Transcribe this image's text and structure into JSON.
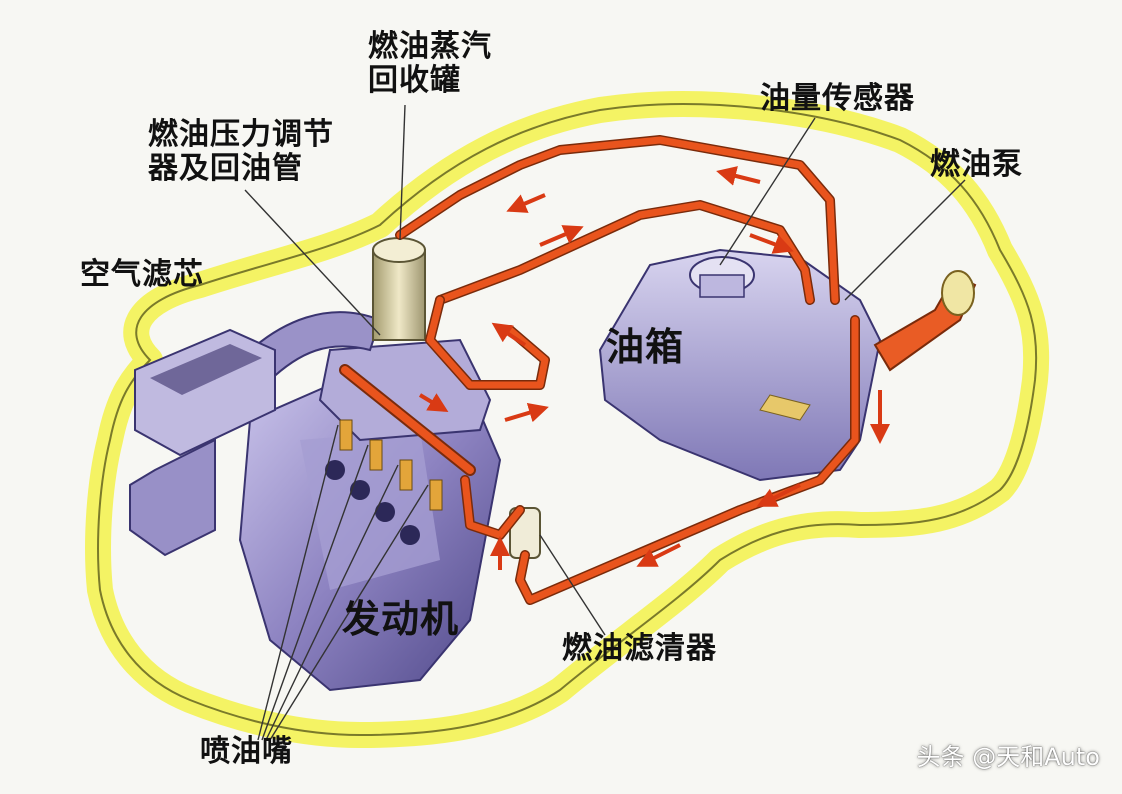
{
  "labels": {
    "vapor_canister": [
      "燃油蒸汽",
      "回收罐"
    ],
    "pressure_regulator": [
      "燃油压力调节",
      "器及回油管"
    ],
    "fuel_level_sensor": "油量传感器",
    "fuel_pump": "燃油泵",
    "air_filter": "空气滤芯",
    "fuel_tank": "油箱",
    "engine": "发动机",
    "fuel_filter": "燃油滤清器",
    "injectors": "喷油嘴"
  },
  "watermark": "头条 @天和Auto",
  "colors": {
    "fuel_line": "#e9541d",
    "arrow": "#d93a14",
    "car_outline_glow": "#f3f24a",
    "engine_body": "#8e84c2",
    "tank_body": "#b0aad6",
    "background": "#f7f7f3"
  }
}
